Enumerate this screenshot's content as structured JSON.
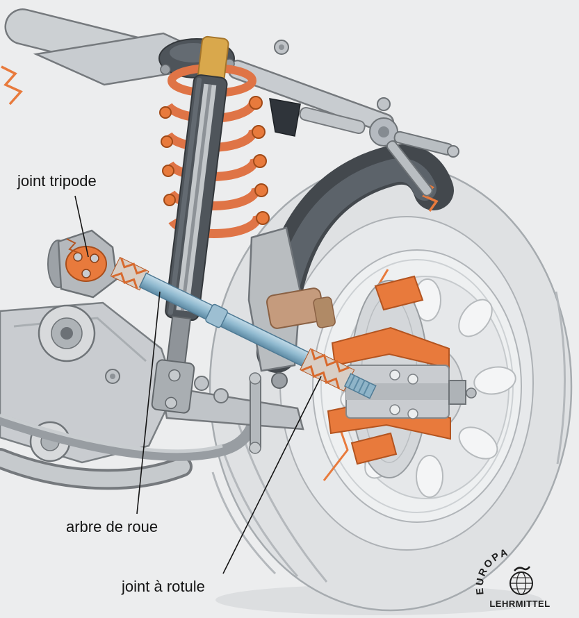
{
  "figure": {
    "description": "Cutaway illustration of a front wheel suspension with drive shaft",
    "background_color": "#ecedee"
  },
  "labels": {
    "joint_tripode": "joint tripode",
    "arbre_de_roue": "arbre de roue",
    "joint_a_rotule": "joint à rotule"
  },
  "logo": {
    "line1": "EUROPA",
    "line2": "LEHRMITTEL"
  },
  "colors": {
    "cut_surface_orange": "#e87a3c",
    "spring_coral": "#df7446",
    "drive_shaft_blue": "#8fb9cf",
    "metal_light": "#c8ccd0",
    "metal_dark": "#4a5056",
    "tire_gray": "#dfe1e3",
    "label_text": "#141414"
  }
}
